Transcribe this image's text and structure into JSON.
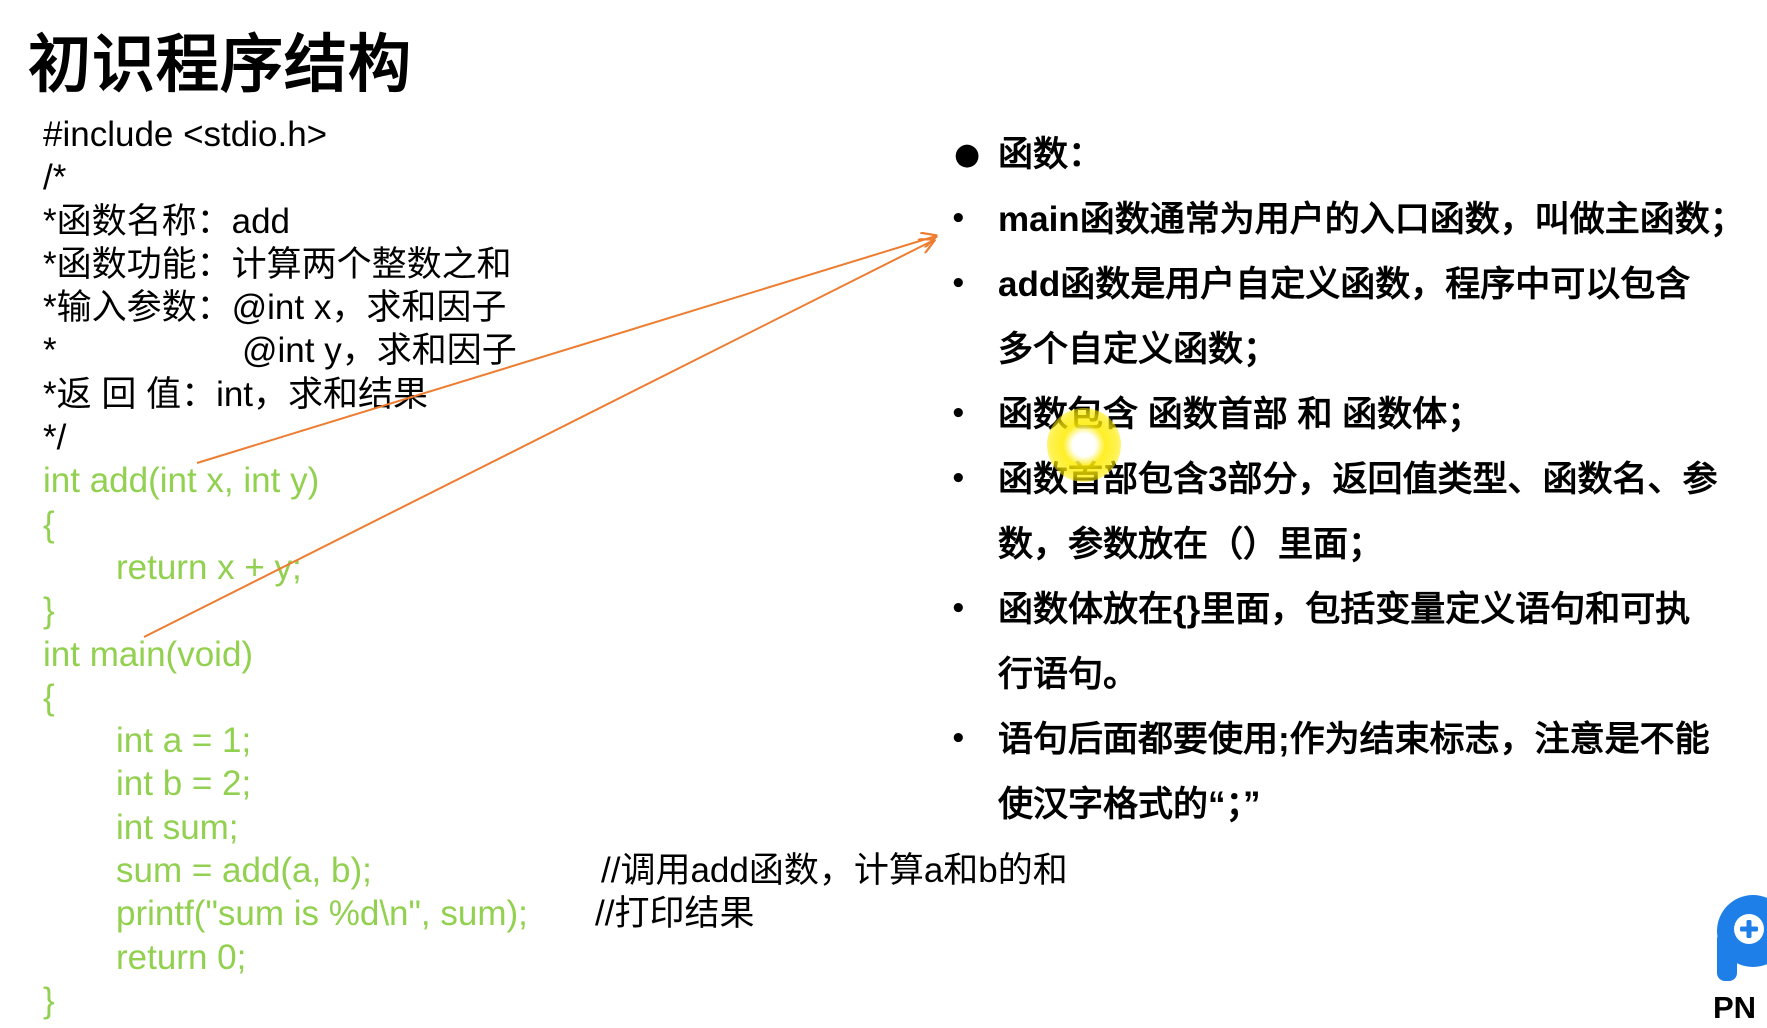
{
  "slide": {
    "title": "初识程序结构"
  },
  "code": {
    "include": "#include <stdio.h>",
    "header": [
      "/*",
      "*函数名称：add",
      "*函数功能：计算两个整数之和",
      "*输入参数：@int x，求和因子",
      "*",
      "@int y，求和因子",
      "*返 回 值：int，求和结果",
      "*/"
    ],
    "add_func": [
      "int add(int x, int y)",
      "{",
      "return x + y;",
      "}"
    ],
    "main_func": [
      "int main(void)",
      "{",
      "int a = 1;",
      "int b = 2;",
      "int sum;",
      "sum = add(a, b);",
      "printf(\"sum is %d\\n\", sum);",
      "return 0;",
      "}"
    ],
    "comments": [
      "//调用add函数，计算a和b的和",
      "//打印结果"
    ]
  },
  "notes": {
    "heading_marker": "●",
    "item_marker": "•",
    "heading": "函数：",
    "items": [
      {
        "lines": [
          "main函数通常为用户的入口函数，叫做主函数；"
        ]
      },
      {
        "lines": [
          "add函数是用户自定义函数，程序中可以包含",
          "多个自定义函数；"
        ]
      },
      {
        "lines": [
          "函数包含 函数首部 和  函数体；"
        ]
      },
      {
        "lines": [
          "函数首部包含3部分，返回值类型、函数名、参",
          "数，参数放在（）里面；"
        ]
      },
      {
        "lines": [
          "函数体放在{}里面，包括变量定义语句和可执",
          "行语句。"
        ]
      },
      {
        "lines": [
          "语句后面都要使用;作为结束标志，注意是不能",
          "使汉字格式的“；”"
        ]
      }
    ]
  },
  "logo": {
    "icon": "plus-pin-icon",
    "text": "PN"
  },
  "colors": {
    "code_green": "#92d050",
    "arrow_orange": "#ed7d31",
    "logo_blue": "#1f7fe8",
    "text": "#000000"
  }
}
